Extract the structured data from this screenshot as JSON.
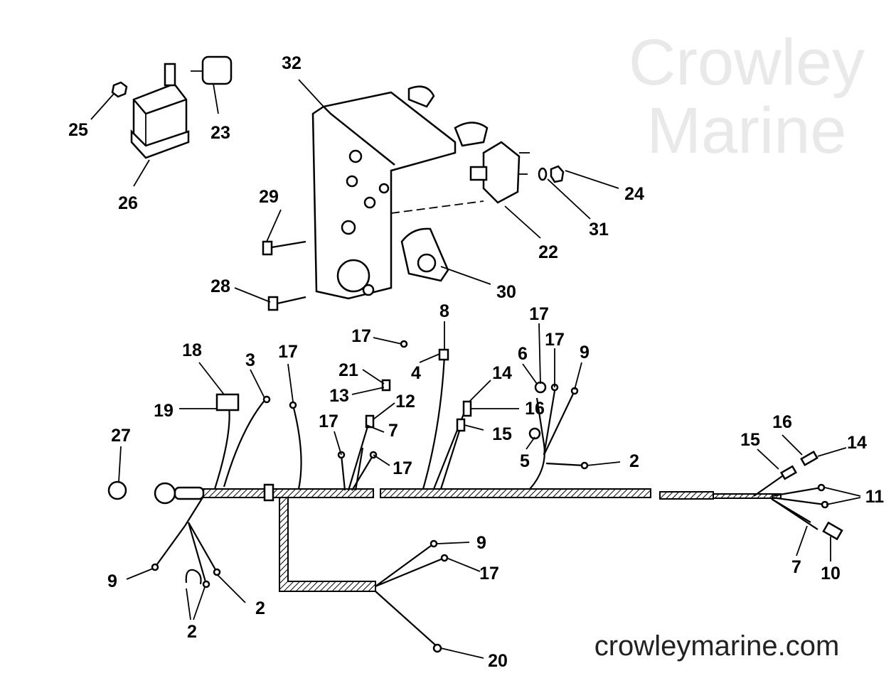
{
  "watermark": "Crowley Marine",
  "site": "crowleymarine.com",
  "callouts": [
    "32",
    "25",
    "23",
    "26",
    "24",
    "31",
    "22",
    "29",
    "28",
    "30",
    "8",
    "17",
    "17",
    "9",
    "17",
    "21",
    "13",
    "4",
    "12",
    "14",
    "6",
    "16",
    "7",
    "15",
    "17",
    "17",
    "5",
    "2",
    "18",
    "3",
    "17",
    "19",
    "27",
    "16",
    "15",
    "14",
    "11",
    "7",
    "10",
    "9",
    "17",
    "9",
    "2",
    "2",
    "20"
  ]
}
